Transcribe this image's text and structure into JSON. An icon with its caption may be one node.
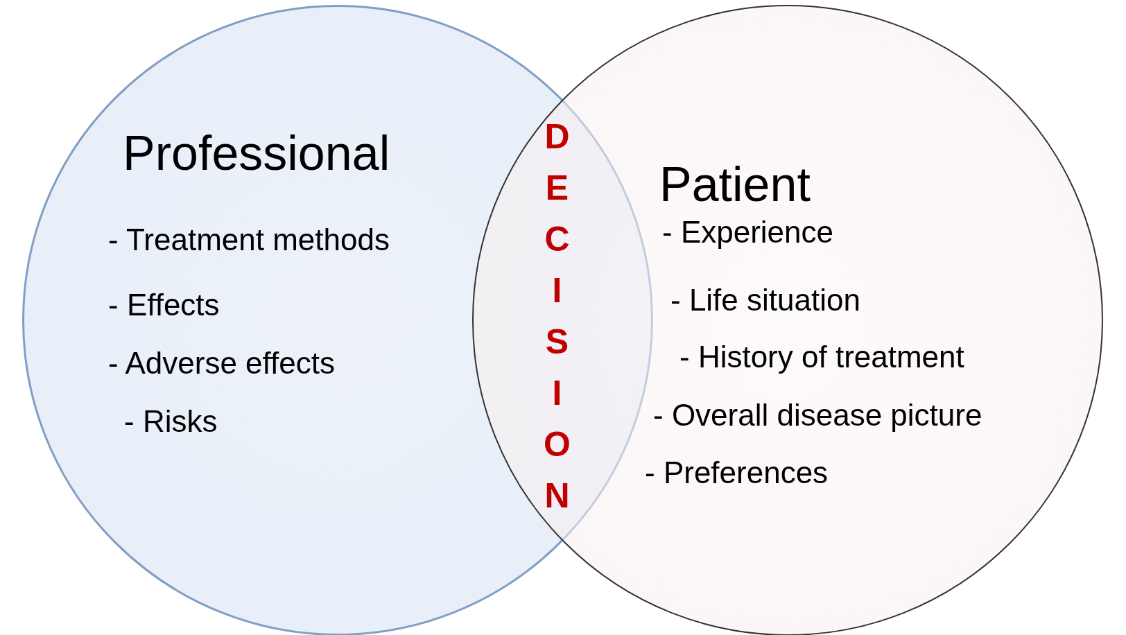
{
  "diagram": {
    "nodes": [
      {
        "text": [
          "Professional",
          "- Treatment methods",
          "- Effects",
          "- Adverse effects",
          "- Risks"
        ]
      },
      {
        "text": [
          "Patient",
          "- Experience",
          "- Life situation",
          "- History of treatment",
          "- Overall disease picture",
          "- Preferences"
        ]
      }
    ],
    "edges": [],
    "labels": [
      "DECISION"
    ]
  }
}
